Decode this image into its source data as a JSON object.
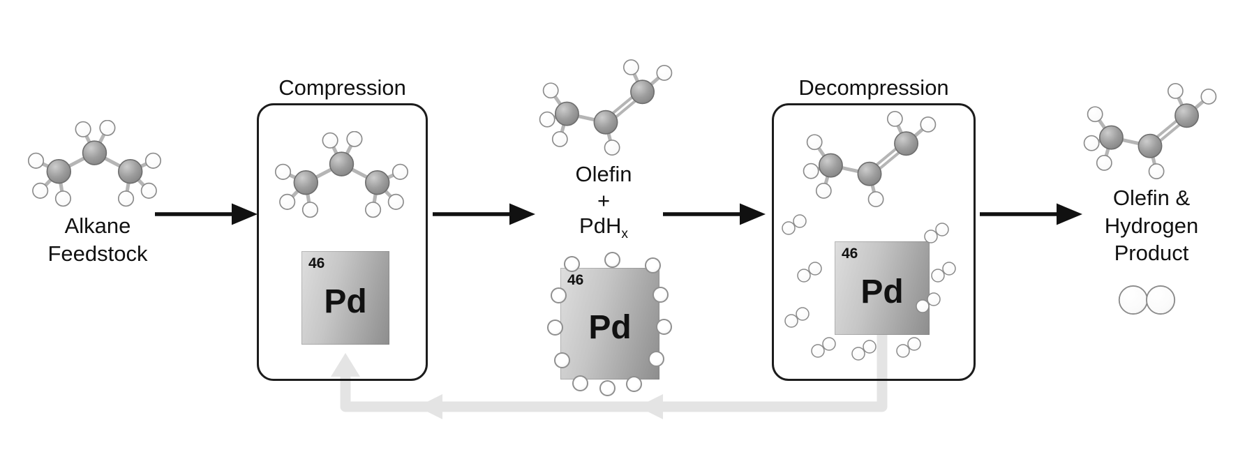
{
  "diagram": {
    "feedstock": {
      "label": "Alkane\nFeedstock"
    },
    "compression": {
      "title": "Compression"
    },
    "intermediate": {
      "olefin": "Olefin",
      "plus": "+",
      "hydride": "PdH",
      "hydride_sub": "x"
    },
    "decompression": {
      "title": "Decompression"
    },
    "product": {
      "label": "Olefin &\nHydrogen\nProduct"
    }
  },
  "pd_tile": {
    "atomic_number": "46",
    "symbol": "Pd"
  },
  "colors": {
    "flow_arrow": "#111111",
    "recycle_arrow": "#e4e4e4",
    "carbon": "#9d9d9d",
    "hydrogen": "#ffffff",
    "bond": "#b5b5b5",
    "pd_tile_light": "#dedede",
    "pd_tile_dark": "#8d8d8d",
    "box_border": "#1c1c1c"
  }
}
